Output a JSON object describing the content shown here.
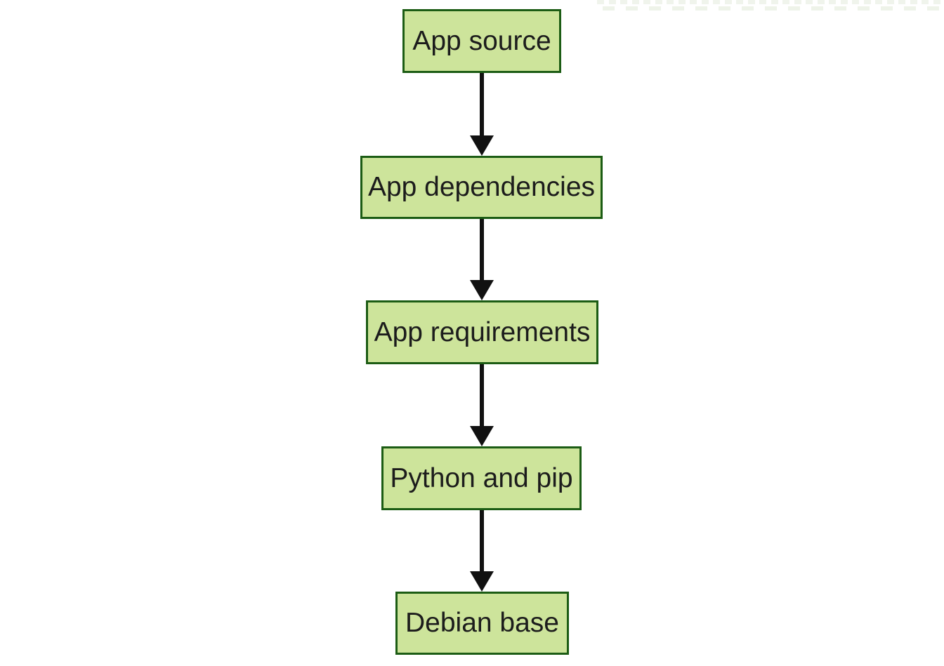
{
  "diagram": {
    "type": "flowchart",
    "direction": "top-down",
    "nodes": [
      {
        "id": "n1",
        "label": "App source"
      },
      {
        "id": "n2",
        "label": "App dependencies"
      },
      {
        "id": "n3",
        "label": "App requirements"
      },
      {
        "id": "n4",
        "label": "Python and pip"
      },
      {
        "id": "n5",
        "label": "Debian base"
      }
    ],
    "edges": [
      {
        "from": "App source",
        "to": "App dependencies"
      },
      {
        "from": "App dependencies",
        "to": "App requirements"
      },
      {
        "from": "App requirements",
        "to": "Python and pip"
      },
      {
        "from": "Python and pip",
        "to": "Debian base"
      }
    ]
  },
  "colors": {
    "node_fill": "#cde49b",
    "node_border": "#1c5c14",
    "arrow": "#111111",
    "text": "#1c1c1c",
    "background": "#ffffff"
  }
}
